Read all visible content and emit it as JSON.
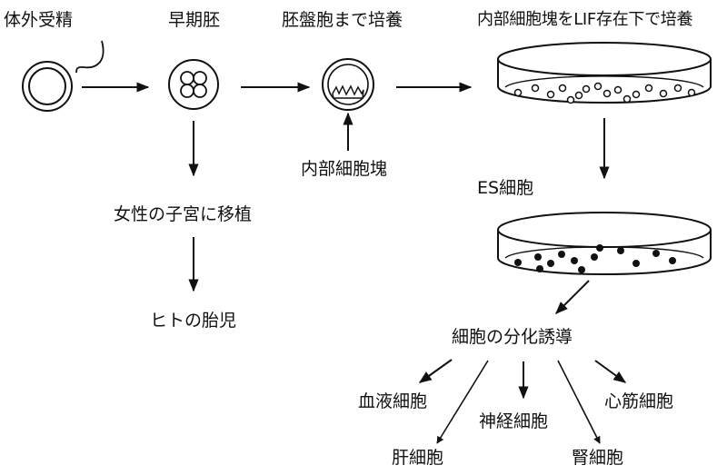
{
  "labels": {
    "ivf": "体外受精",
    "early_embryo": "早期胚",
    "blastocyst_culture": "胚盤胞まで培養",
    "icm_culture": "内部細胞塊をLIF存在下で培養",
    "inner_cell_mass": "内部細胞塊",
    "implant": "女性の子宮に移植",
    "human_fetus": "ヒトの胎児",
    "es_cells": "ES細胞",
    "differentiation": "細胞の分化誘導",
    "blood_cells": "血液細胞",
    "liver_cells": "肝細胞",
    "nerve_cells": "神経細胞",
    "kidney_cells": "腎細胞",
    "heart_muscle_cells": "心筋細胞"
  },
  "colors": {
    "ink": "#111111",
    "paper": "#ffffff"
  }
}
